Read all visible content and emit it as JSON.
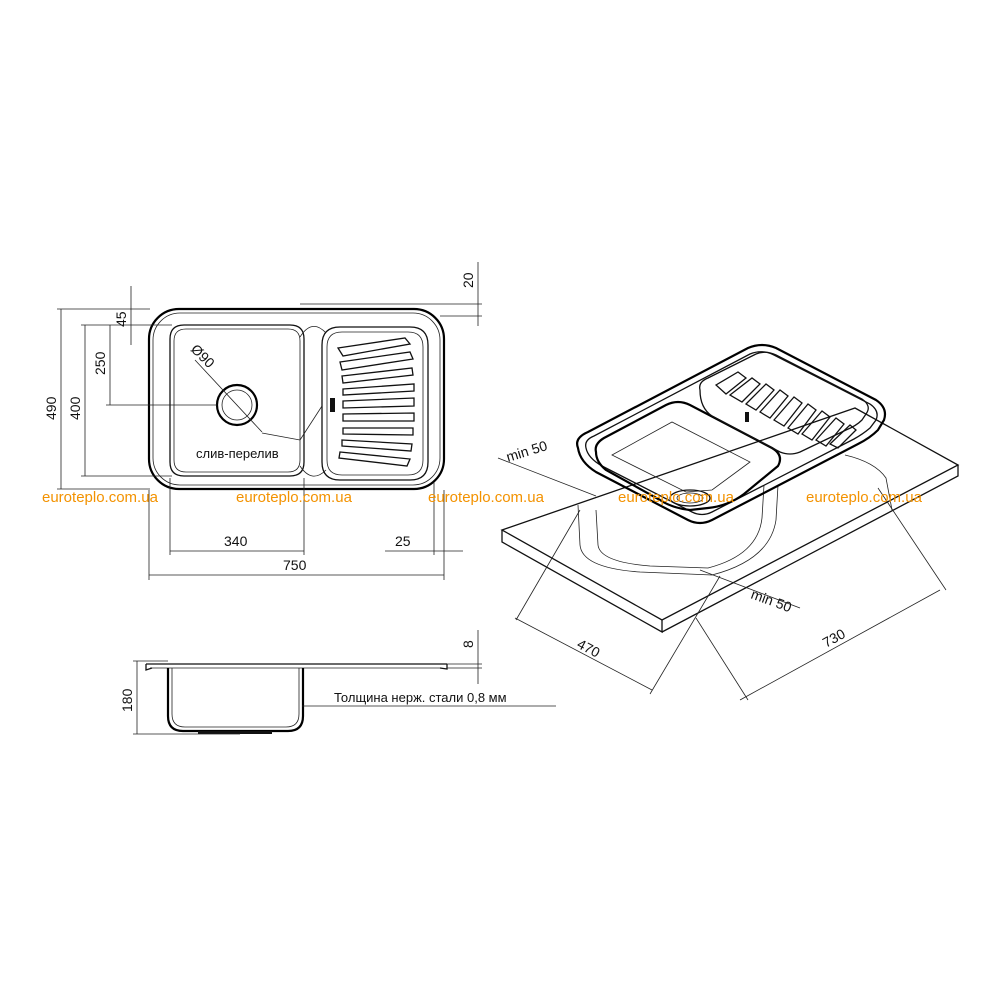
{
  "drawing": {
    "top_view": {
      "width_total": "750",
      "bowl_width": "340",
      "edge_offset": "25",
      "height_total": "490",
      "height_bowl": "400",
      "drain_offset": "250",
      "top_offset": "45",
      "flange_offset": "20",
      "drain_diameter": "Ø90",
      "drain_label": "слив-перелив"
    },
    "side_view": {
      "depth": "180",
      "flange_thickness": "8",
      "steel_note": "Толщина нерж. стали 0,8 мм"
    },
    "install_view": {
      "cutout_width": "730",
      "cutout_depth": "470",
      "margin_back": "min 50",
      "margin_front": "min 50"
    }
  },
  "watermarks": [
    "euroteplo.com.ua",
    "euroteplo.com.ua",
    "euroteplo.com.ua",
    "euroteplo.com.ua",
    "euroteplo.com.ua"
  ],
  "colors": {
    "line": "#111111",
    "watermark": "#f39200",
    "background": "#ffffff"
  }
}
